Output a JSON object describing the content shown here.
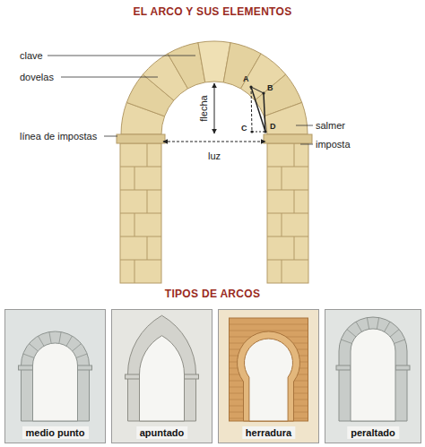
{
  "diagram": {
    "title": "EL ARCO Y SUS ELEMENTOS",
    "nodes": [
      {
        "text": [
          "medio punto"
        ]
      },
      {
        "text": [
          "apuntado"
        ]
      },
      {
        "text": [
          "herradura"
        ]
      },
      {
        "text": [
          "peraltado"
        ]
      }
    ],
    "labels": [
      "clave",
      "dovelas",
      "línea de impostas",
      "flecha",
      "luz",
      "salmer",
      "imposta",
      "A",
      "B",
      "C",
      "D",
      "TIPOS DE ARCOS"
    ]
  }
}
